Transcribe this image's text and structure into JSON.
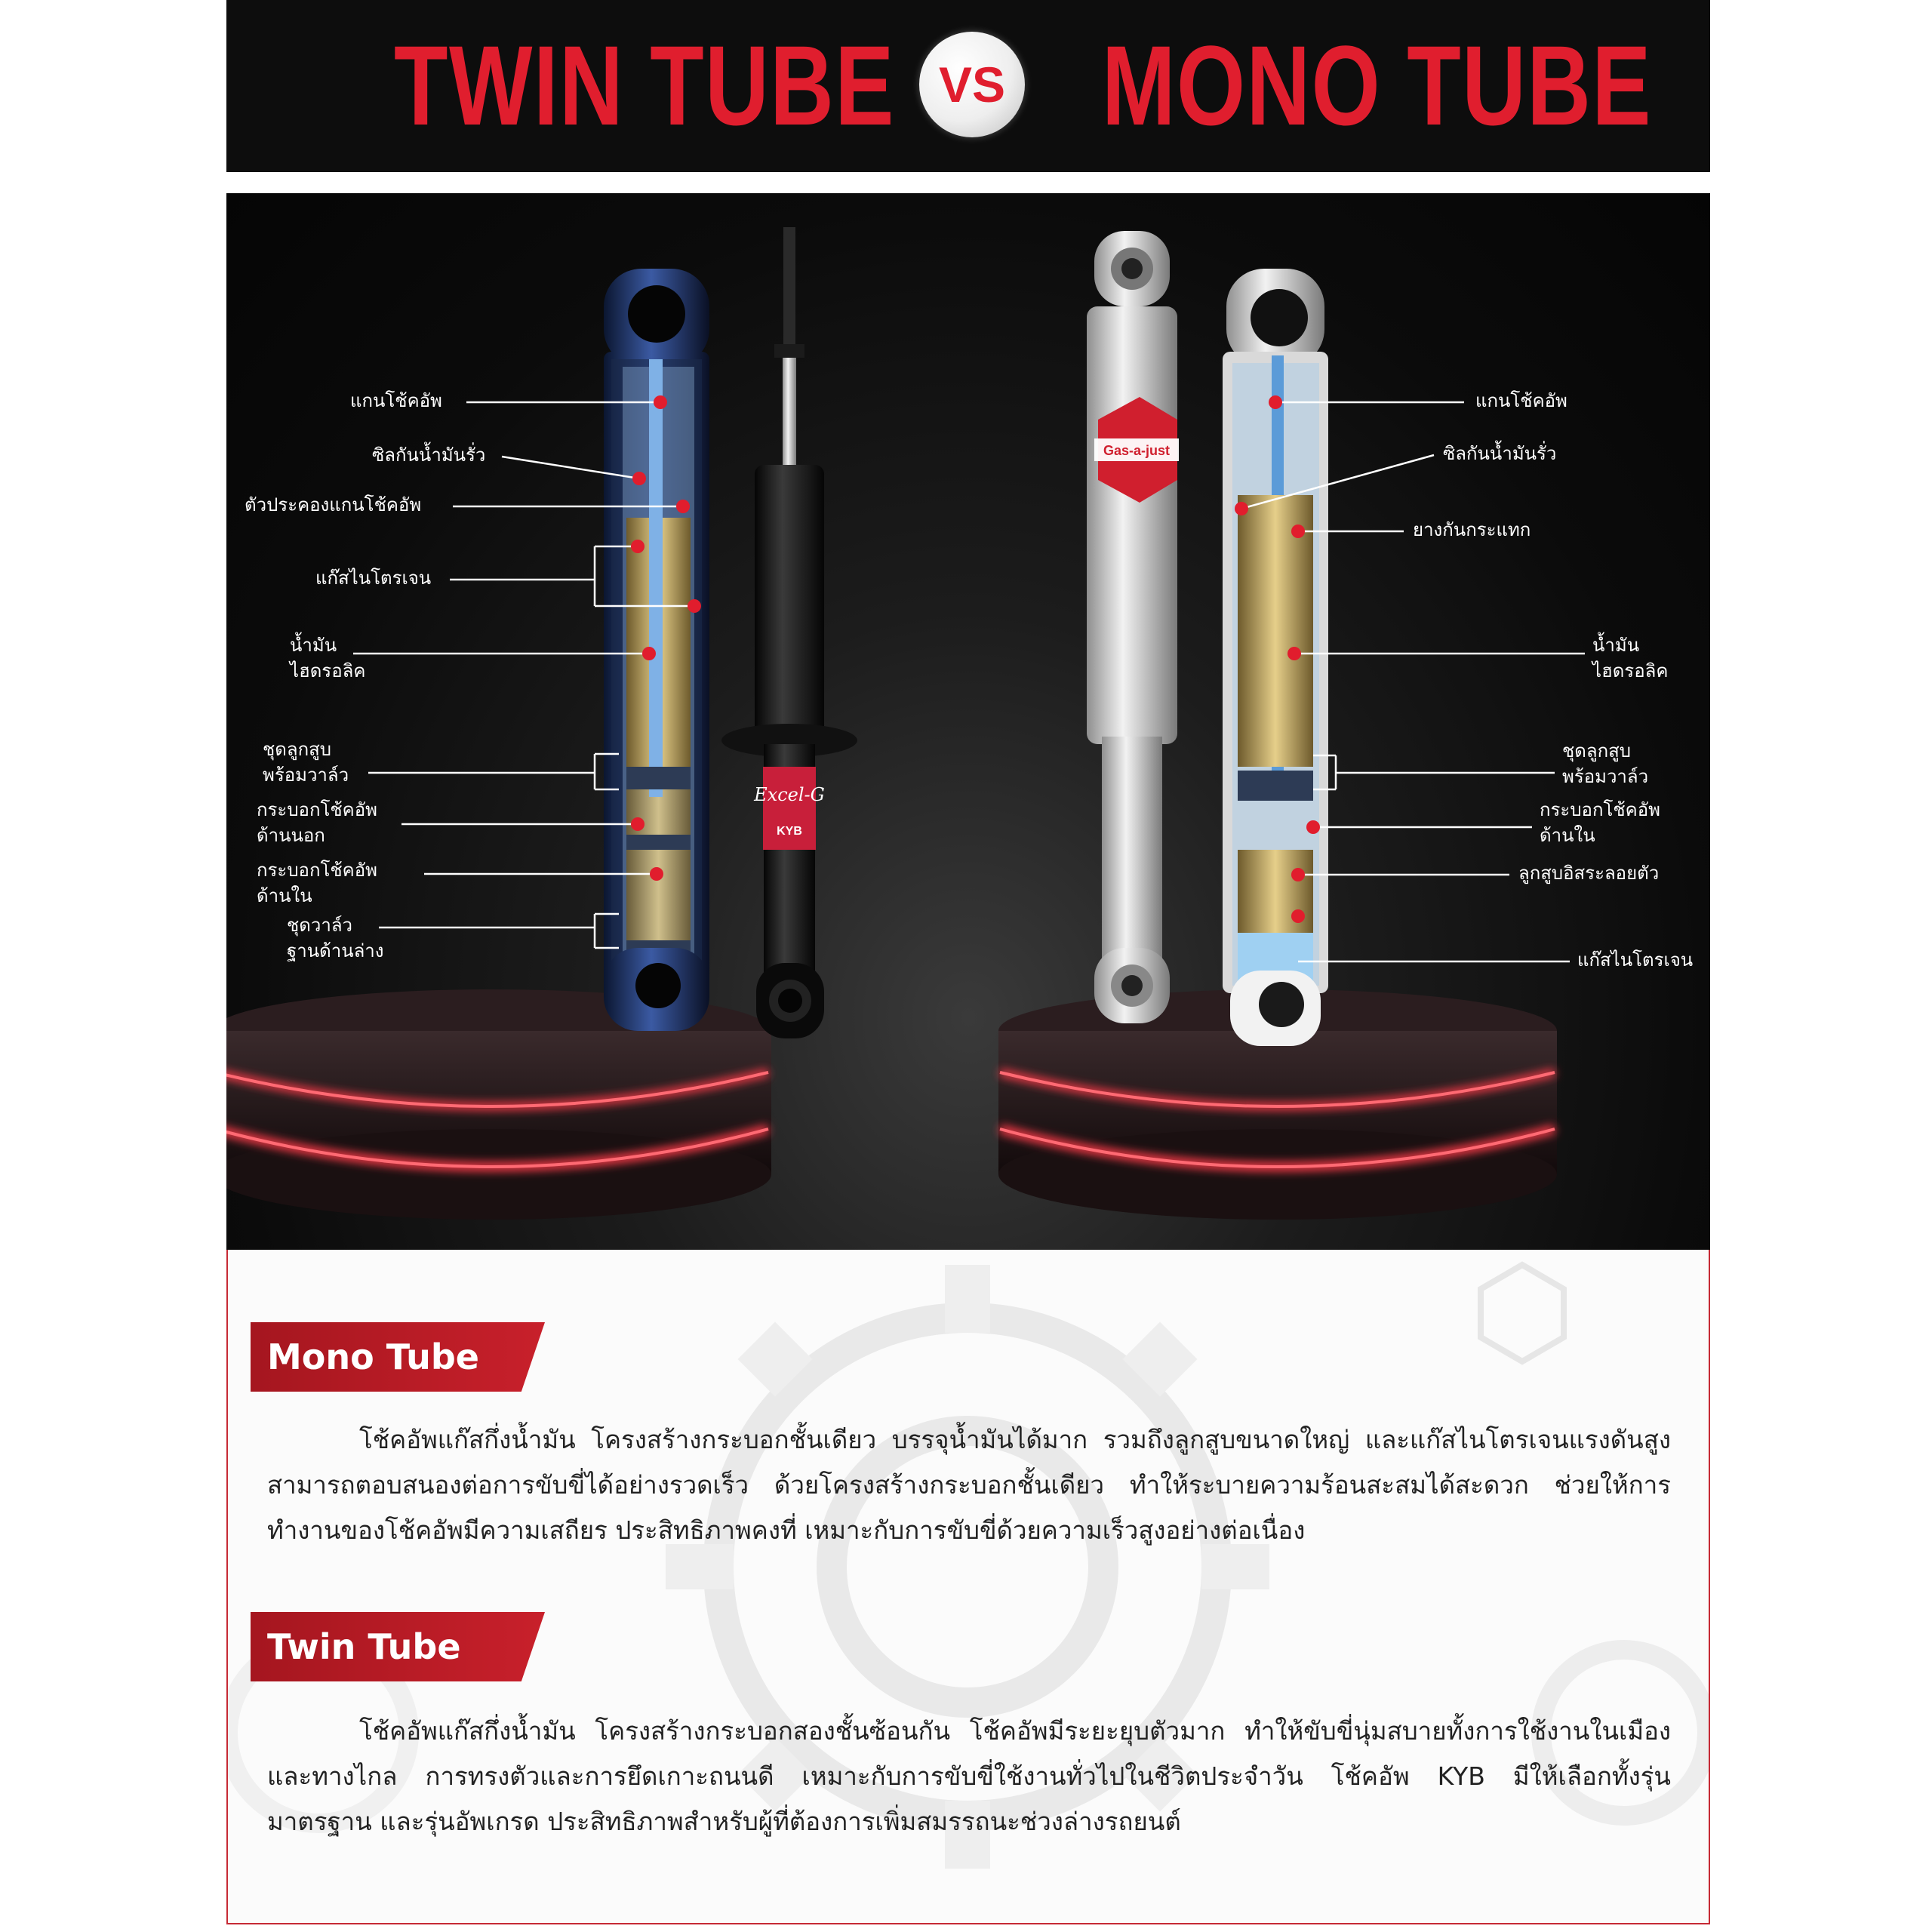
{
  "header": {
    "title_left": "TWIN TUBE",
    "vs": "VS",
    "title_right": "MONO TUBE"
  },
  "colors": {
    "accent_red": "#e01e2e",
    "dark_bg": "#0d0d0d",
    "tag_red": "#c8202b",
    "body_text": "#222222"
  },
  "twin_tube_labels": [
    "แกนโช้คอัพ",
    "ซิลกันน้ำมันรั่ว",
    "ตัวประคองแกนโช้คอัพ",
    "แก๊สไนโตรเจน",
    "น้ำมัน",
    "ไฮดรอลิค",
    "ชุดลูกสูบ",
    "พร้อมวาล์ว",
    "กระบอกโช้คอัพ",
    "ด้านนอก",
    "กระบอกโช้คอัพ",
    "ด้านใน",
    "ชุดวาล์ว",
    "ฐานด้านล่าง"
  ],
  "mono_tube_labels": [
    "แกนโช้คอัพ",
    "ซิลกันน้ำมันรั่ว",
    "ยางกันกระแทก",
    "น้ำมัน",
    "ไฮดรอลิค",
    "ชุดลูกสูบ",
    "พร้อมวาล์ว",
    "กระบอกโช้คอัพ",
    "ด้านใน",
    "ลูกสูบอิสระลอยตัว",
    "แก๊สไนโตรเจน"
  ],
  "product_logos": {
    "excel_g": "Excel-G",
    "gas_a_just": "Gas-a-just",
    "kyb": "KYB"
  },
  "sections": [
    {
      "title": "Mono Tube",
      "body": "โช้คอัพแก๊สกึ่งน้ำมัน โครงสร้างกระบอกชั้นเดียว บรรจุน้ำมันได้มาก รวมถึงลูกสูบขนาดใหญ่ และแก๊สไนโตรเจนแรงดันสูง สามารถตอบสนองต่อการขับขี่ได้อย่างรวดเร็ว ด้วยโครงสร้างกระบอกชั้นเดียว ทำให้ระบายความร้อนสะสมได้สะดวก ช่วยให้การทำงานของโช้คอัพมีความเสถียร ประสิทธิภาพคงที่ เหมาะกับการขับขี่ด้วยความเร็วสูงอย่างต่อเนื่อง"
    },
    {
      "title": "Twin Tube",
      "body": "โช้คอัพแก๊สกึ่งน้ำมัน โครงสร้างกระบอกสองชั้นซ้อนกัน โช้คอัพมีระยะยุบตัวมาก ทำให้ขับขี่นุ่มสบายทั้งการใช้งานในเมือง และทางไกล การทรงตัวและการยึดเกาะถนนดี เหมาะกับการขับขี่ใช้งานทั่วไปในชีวิตประจำวัน โช้คอัพ KYB มีให้เลือกทั้งรุ่นมาตรฐาน และรุ่นอัพเกรด ประสิทธิภาพสำหรับผู้ที่ต้องการเพิ่มสมรรถนะช่วงล่างรถยนต์"
    }
  ]
}
